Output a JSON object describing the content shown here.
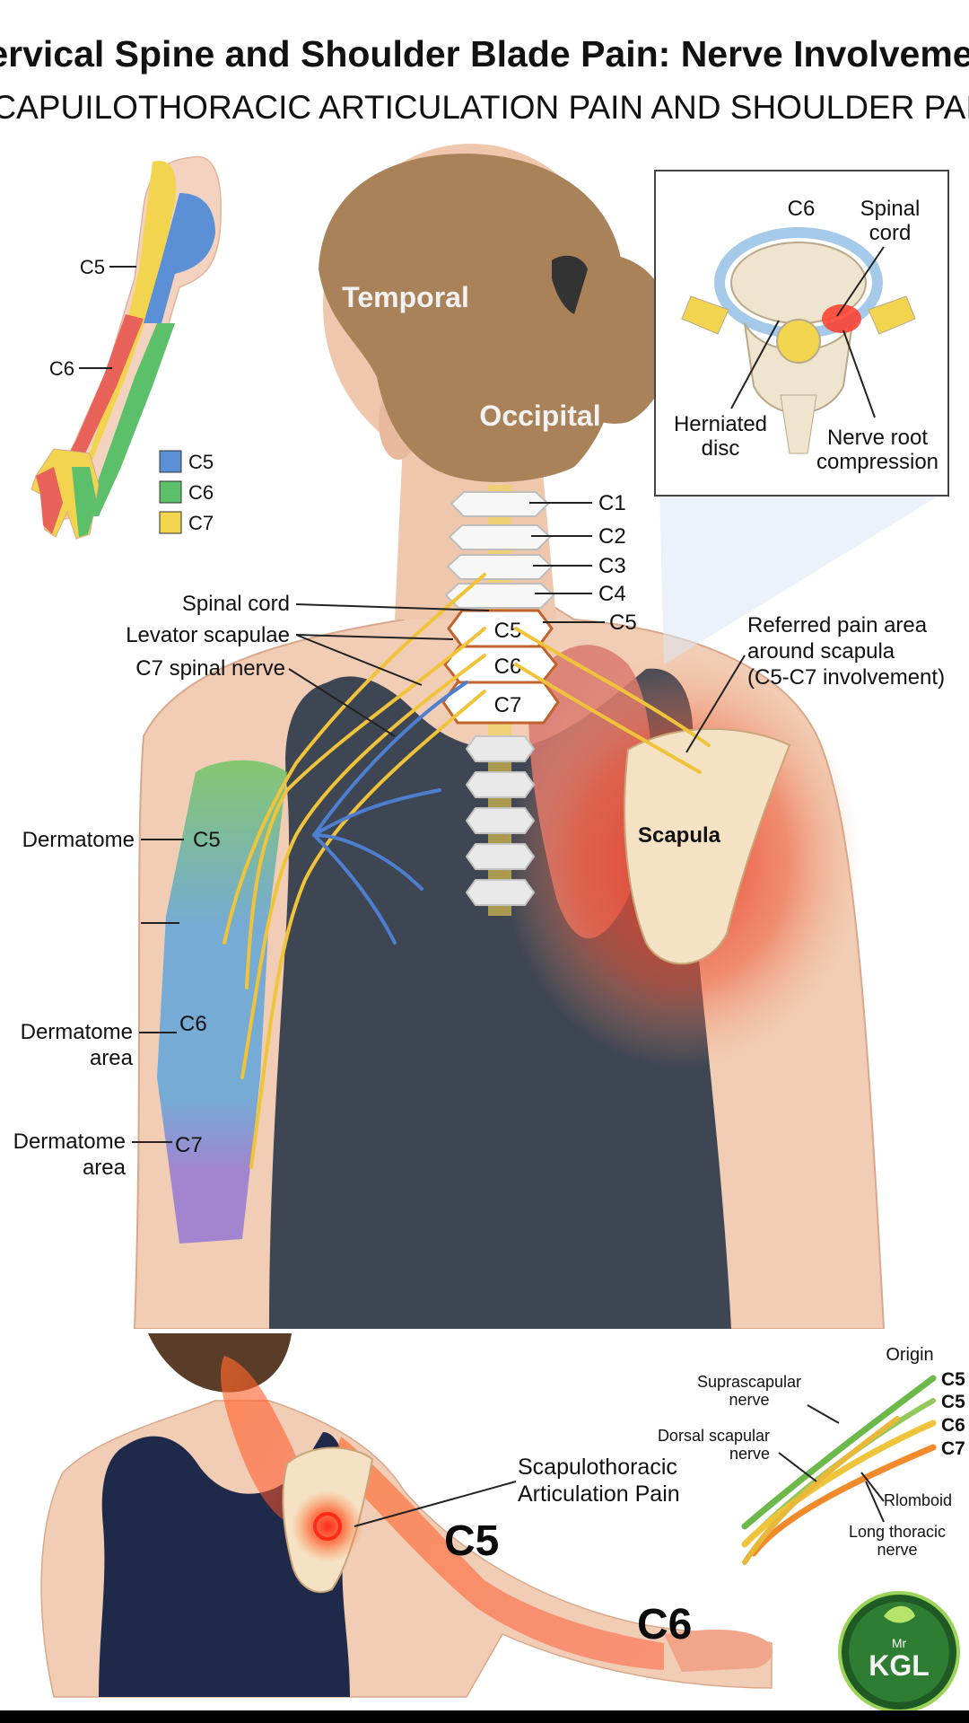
{
  "title": "Cervical Spine and Shoulder Blade Pain: Nerve Involvement",
  "subtitle": "SCAPUILOTHORACIC ARTICULATION PAIN AND SHOULDER PAIN",
  "colors": {
    "c5": "#5b8fd6",
    "c6": "#5cbf6a",
    "c7": "#f2d44e",
    "c7_dermatome": "#9b7fd0",
    "nerve": "#f0c43a",
    "pain": "#e8382c",
    "skin": "#f1cdb5",
    "hair": "#a9825a",
    "tank": "#3e4553",
    "sports_bra": "#1f2a4a"
  },
  "arm_map": {
    "labels": [
      "C5",
      "C6"
    ],
    "legend": [
      {
        "label": "C5",
        "color": "#5b8fd6"
      },
      {
        "label": "C6",
        "color": "#5cbf6a"
      },
      {
        "label": "C7",
        "color": "#f2d44e"
      }
    ]
  },
  "head": {
    "temporal": "Temporal",
    "occipital": "Occipital"
  },
  "inset": {
    "c6": "C6",
    "spinal_cord": "Spinal cord",
    "herniated_disc": "Herniated disc",
    "nerve_root": "Nerve root compression"
  },
  "vertebrae_right": [
    "C1",
    "C2",
    "C3",
    "C4",
    "C5"
  ],
  "vertebrae_on_spine": [
    "C5",
    "C6",
    "C7"
  ],
  "left_labels": {
    "spinal_cord": "Spinal cord",
    "levator": "Levator scapulae",
    "c7_nerve": "C7 spinal nerve",
    "dermatome_1": "Dermatome",
    "c5": "C5",
    "dermatome_2a": "Dermatome",
    "dermatome_2b": "area",
    "c6": "C6",
    "dermatome_3a": "Dermatome",
    "dermatome_3b": "area",
    "c7": "C7"
  },
  "referred": {
    "line1": "Referred pain area",
    "line2": "around scapula",
    "line3": "(C5-C7 involvement)",
    "scapula": "Scapula"
  },
  "bottom": {
    "pain_line1": "Scapulothoracic",
    "pain_line2": "Articulation Pain",
    "c5": "C5",
    "c6": "C6",
    "origin": "Origin",
    "suprascapular": "Suprascapular nerve",
    "dorsal_scapular": "Dorsal scapular nerve",
    "rhomboid": "Rlomboid",
    "long_thoracic": "Long thoracic nerve",
    "roots": [
      "C5",
      "C5",
      "C6",
      "C7"
    ],
    "logo_text": "KGL",
    "logo_small": "Mr"
  }
}
